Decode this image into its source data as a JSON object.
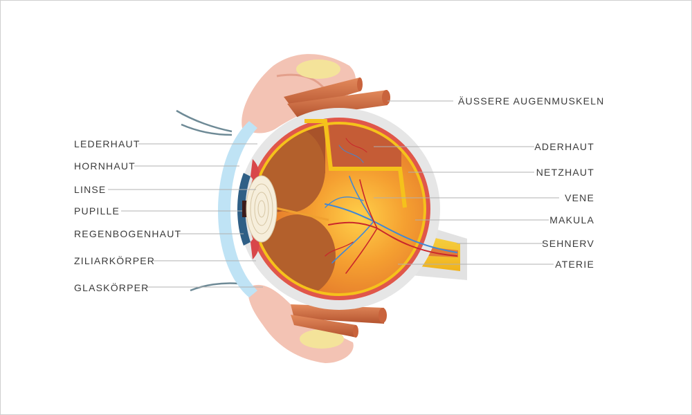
{
  "labels": {
    "left": [
      "LEDERHAUT",
      "HORNHAUT",
      "LINSE",
      "PUPILLE",
      "REGENBOGENHAUT",
      "ZILIARKÖRPER",
      "GLASKÖRPER"
    ],
    "right": [
      "ÄUSSERE AUGENMUSKELN",
      "ADERHAUT",
      "NETZHAUT",
      "VENE",
      "MAKULA",
      "SEHNERV",
      "ATERIE"
    ]
  },
  "colors": {
    "sclera": "#e6e6e6",
    "choroid": "#e0574a",
    "retina": "#f5c21b",
    "vitreous": "#f08a2a",
    "muscle": "#c9633c",
    "fat": "#f4e39a",
    "cornea": "#bfe3f5",
    "iris": "#2f5f86",
    "lens": "#f6eedb",
    "vein": "#3f87d6",
    "artery": "#c9262b"
  }
}
